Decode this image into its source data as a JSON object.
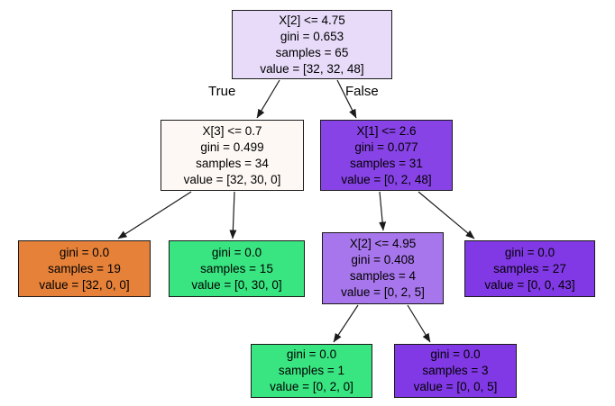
{
  "figure": {
    "type": "decision-tree",
    "background": "#ffffff",
    "edge_color": "#1a1a1a",
    "text_color": "#000000"
  },
  "edge_labels": {
    "true": "True",
    "false": "False"
  },
  "class_colors": {
    "class_0_orange": "#e58139",
    "class_1_green": "#39e581",
    "class_2_purple": "#8139e5"
  },
  "nodes": [
    {
      "name": "root",
      "fill": "#e7dbf9",
      "lines": [
        "X[2] <= 4.75",
        "gini = 0.653",
        "samples = 65",
        "value = [32, 32, 48]"
      ]
    },
    {
      "name": "left-split",
      "fill": "#fdf8f3",
      "lines": [
        "X[3] <= 0.7",
        "gini = 0.499",
        "samples = 34",
        "value = [32, 30, 0]"
      ]
    },
    {
      "name": "right-split",
      "fill": "#8843e6",
      "lines": [
        "X[1] <= 2.6",
        "gini = 0.077",
        "samples = 31",
        "value = [0, 2, 48]"
      ]
    },
    {
      "name": "leaf-orange",
      "fill": "#e58139",
      "lines": [
        "gini = 0.0",
        "samples = 19",
        "value = [32, 0, 0]"
      ]
    },
    {
      "name": "leaf-green",
      "fill": "#39e581",
      "lines": [
        "gini = 0.0",
        "samples = 15",
        "value = [0, 30, 0]"
      ]
    },
    {
      "name": "mid-split",
      "fill": "#a876ec",
      "lines": [
        "X[2] <= 4.95",
        "gini = 0.408",
        "samples = 4",
        "value = [0, 2, 5]"
      ]
    },
    {
      "name": "leaf-purple",
      "fill": "#8139e5",
      "lines": [
        "gini = 0.0",
        "samples = 27",
        "value = [0, 0, 43]"
      ]
    },
    {
      "name": "leaf-green-2",
      "fill": "#39e581",
      "lines": [
        "gini = 0.0",
        "samples = 1",
        "value = [0, 2, 0]"
      ]
    },
    {
      "name": "leaf-purple-2",
      "fill": "#8139e5",
      "lines": [
        "gini = 0.0",
        "samples = 3",
        "value = [0, 0, 5]"
      ]
    }
  ]
}
